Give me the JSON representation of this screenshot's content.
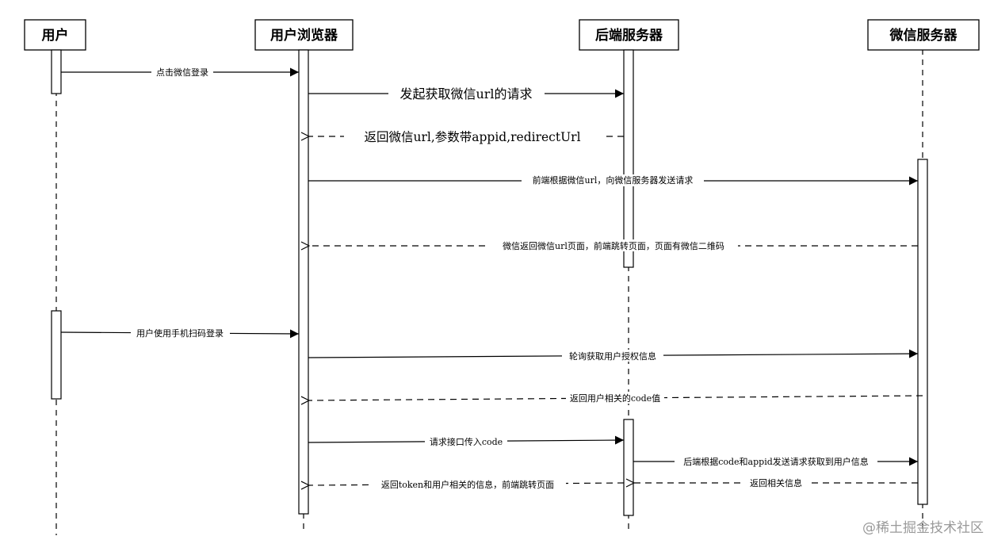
{
  "actors": [
    {
      "id": "user",
      "label": "用户"
    },
    {
      "id": "browser",
      "label": "用户浏览器"
    },
    {
      "id": "backend",
      "label": "后端服务器"
    },
    {
      "id": "wechat",
      "label": "微信服务器"
    }
  ],
  "messages": [
    {
      "id": "m1",
      "label": "点击微信登录",
      "from": "user",
      "to": "browser",
      "dashed": false
    },
    {
      "id": "m2",
      "label": "发起获取微信url的请求",
      "from": "browser",
      "to": "backend",
      "dashed": false
    },
    {
      "id": "m3",
      "label": "返回微信url,参数带appid,redirectUrl",
      "from": "backend",
      "to": "browser",
      "dashed": true
    },
    {
      "id": "m4",
      "label": "前端根据微信url，向微信服务器发送请求",
      "from": "browser",
      "to": "wechat",
      "dashed": false
    },
    {
      "id": "m5",
      "label": "微信返回微信url页面，前端跳转页面，页面有微信二维码",
      "from": "wechat",
      "to": "browser",
      "dashed": true
    },
    {
      "id": "m6",
      "label": "用户使用手机扫码登录",
      "from": "user",
      "to": "browser",
      "dashed": false
    },
    {
      "id": "m7",
      "label": "轮询获取用户授权信息",
      "from": "browser",
      "to": "wechat",
      "dashed": false
    },
    {
      "id": "m8",
      "label": "返回用户相关的code值",
      "from": "wechat",
      "to": "browser",
      "dashed": true
    },
    {
      "id": "m9",
      "label": "请求接口传入code",
      "from": "browser",
      "to": "backend",
      "dashed": false
    },
    {
      "id": "m10",
      "label": "后端根据code和appid发送请求获取到用户信息",
      "from": "backend",
      "to": "wechat",
      "dashed": false
    },
    {
      "id": "m11",
      "label": "返回相关信息",
      "from": "wechat",
      "to": "backend",
      "dashed": true
    },
    {
      "id": "m12",
      "label": "返回token和用户相关的信息，前端跳转页面",
      "from": "backend",
      "to": "browser",
      "dashed": true
    }
  ],
  "watermark": "@稀土掘金技术社区"
}
